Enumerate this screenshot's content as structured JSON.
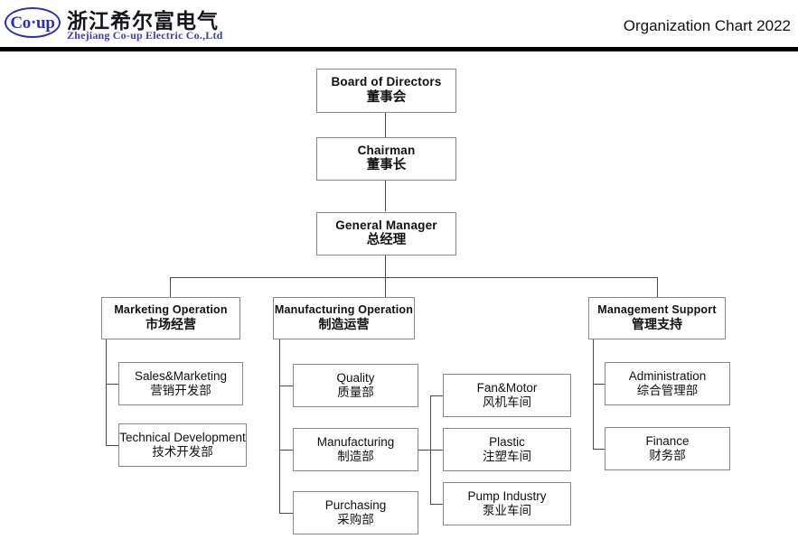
{
  "header": {
    "logo_text": "Co·up",
    "logo_icon": "ellipse-logo-icon",
    "brand_cn": "浙江希尔富电气",
    "brand_en": "Zhejiang Co-up Electric Co.,Ltd",
    "doc_title": "Organization Chart 2022"
  },
  "chart_data": {
    "type": "diagram",
    "title": "Organization Chart 2022",
    "nodes": [
      {
        "id": "board",
        "en": "Board of Directors",
        "cn": "董事会",
        "level": 0
      },
      {
        "id": "chairman",
        "en": "Chairman",
        "cn": "董事长",
        "level": 1
      },
      {
        "id": "gm",
        "en": "General Manager",
        "cn": "总经理",
        "level": 2
      },
      {
        "id": "marketing-op",
        "en": "Marketing Operation",
        "cn": "市场经营",
        "level": 3
      },
      {
        "id": "manufacturing-op",
        "en": "Manufacturing  Operation",
        "cn": "制造运营",
        "level": 3
      },
      {
        "id": "management-sup",
        "en": "Management Support",
        "cn": "管理支持",
        "level": 3
      },
      {
        "id": "sales",
        "en": "Sales&Marketing",
        "cn": "营销开发部",
        "level": 4
      },
      {
        "id": "techdev",
        "en": "Technical Development",
        "cn": "技术开发部",
        "level": 4
      },
      {
        "id": "quality",
        "en": "Quality",
        "cn": "质量部",
        "level": 4
      },
      {
        "id": "manufacturing",
        "en": "Manufacturing",
        "cn": "制造部",
        "level": 4
      },
      {
        "id": "purchasing",
        "en": "Purchasing",
        "cn": "采购部",
        "level": 4
      },
      {
        "id": "fanmotor",
        "en": "Fan&Motor",
        "cn": "风机车间",
        "level": 5
      },
      {
        "id": "plastic",
        "en": "Plastic",
        "cn": "注塑车间",
        "level": 5
      },
      {
        "id": "pump",
        "en": "Pump Industry",
        "cn": "泵业车间",
        "level": 5
      },
      {
        "id": "administration",
        "en": "Administration",
        "cn": "综合管理部",
        "level": 4
      },
      {
        "id": "finance",
        "en": "Finance",
        "cn": "财务部",
        "level": 4
      }
    ],
    "edges": [
      [
        "board",
        "chairman"
      ],
      [
        "chairman",
        "gm"
      ],
      [
        "gm",
        "marketing-op"
      ],
      [
        "gm",
        "manufacturing-op"
      ],
      [
        "gm",
        "management-sup"
      ],
      [
        "marketing-op",
        "sales"
      ],
      [
        "marketing-op",
        "techdev"
      ],
      [
        "manufacturing-op",
        "quality"
      ],
      [
        "manufacturing-op",
        "manufacturing"
      ],
      [
        "manufacturing-op",
        "purchasing"
      ],
      [
        "manufacturing",
        "fanmotor"
      ],
      [
        "manufacturing",
        "plastic"
      ],
      [
        "manufacturing",
        "pump"
      ],
      [
        "management-sup",
        "administration"
      ],
      [
        "management-sup",
        "finance"
      ]
    ],
    "colors": {
      "box_border": "#8A8A8A",
      "connector": "#4A4A4A",
      "background": "#FFFFFF",
      "brand_blue": "#2A2FB5",
      "rule_black": "#000000"
    }
  }
}
